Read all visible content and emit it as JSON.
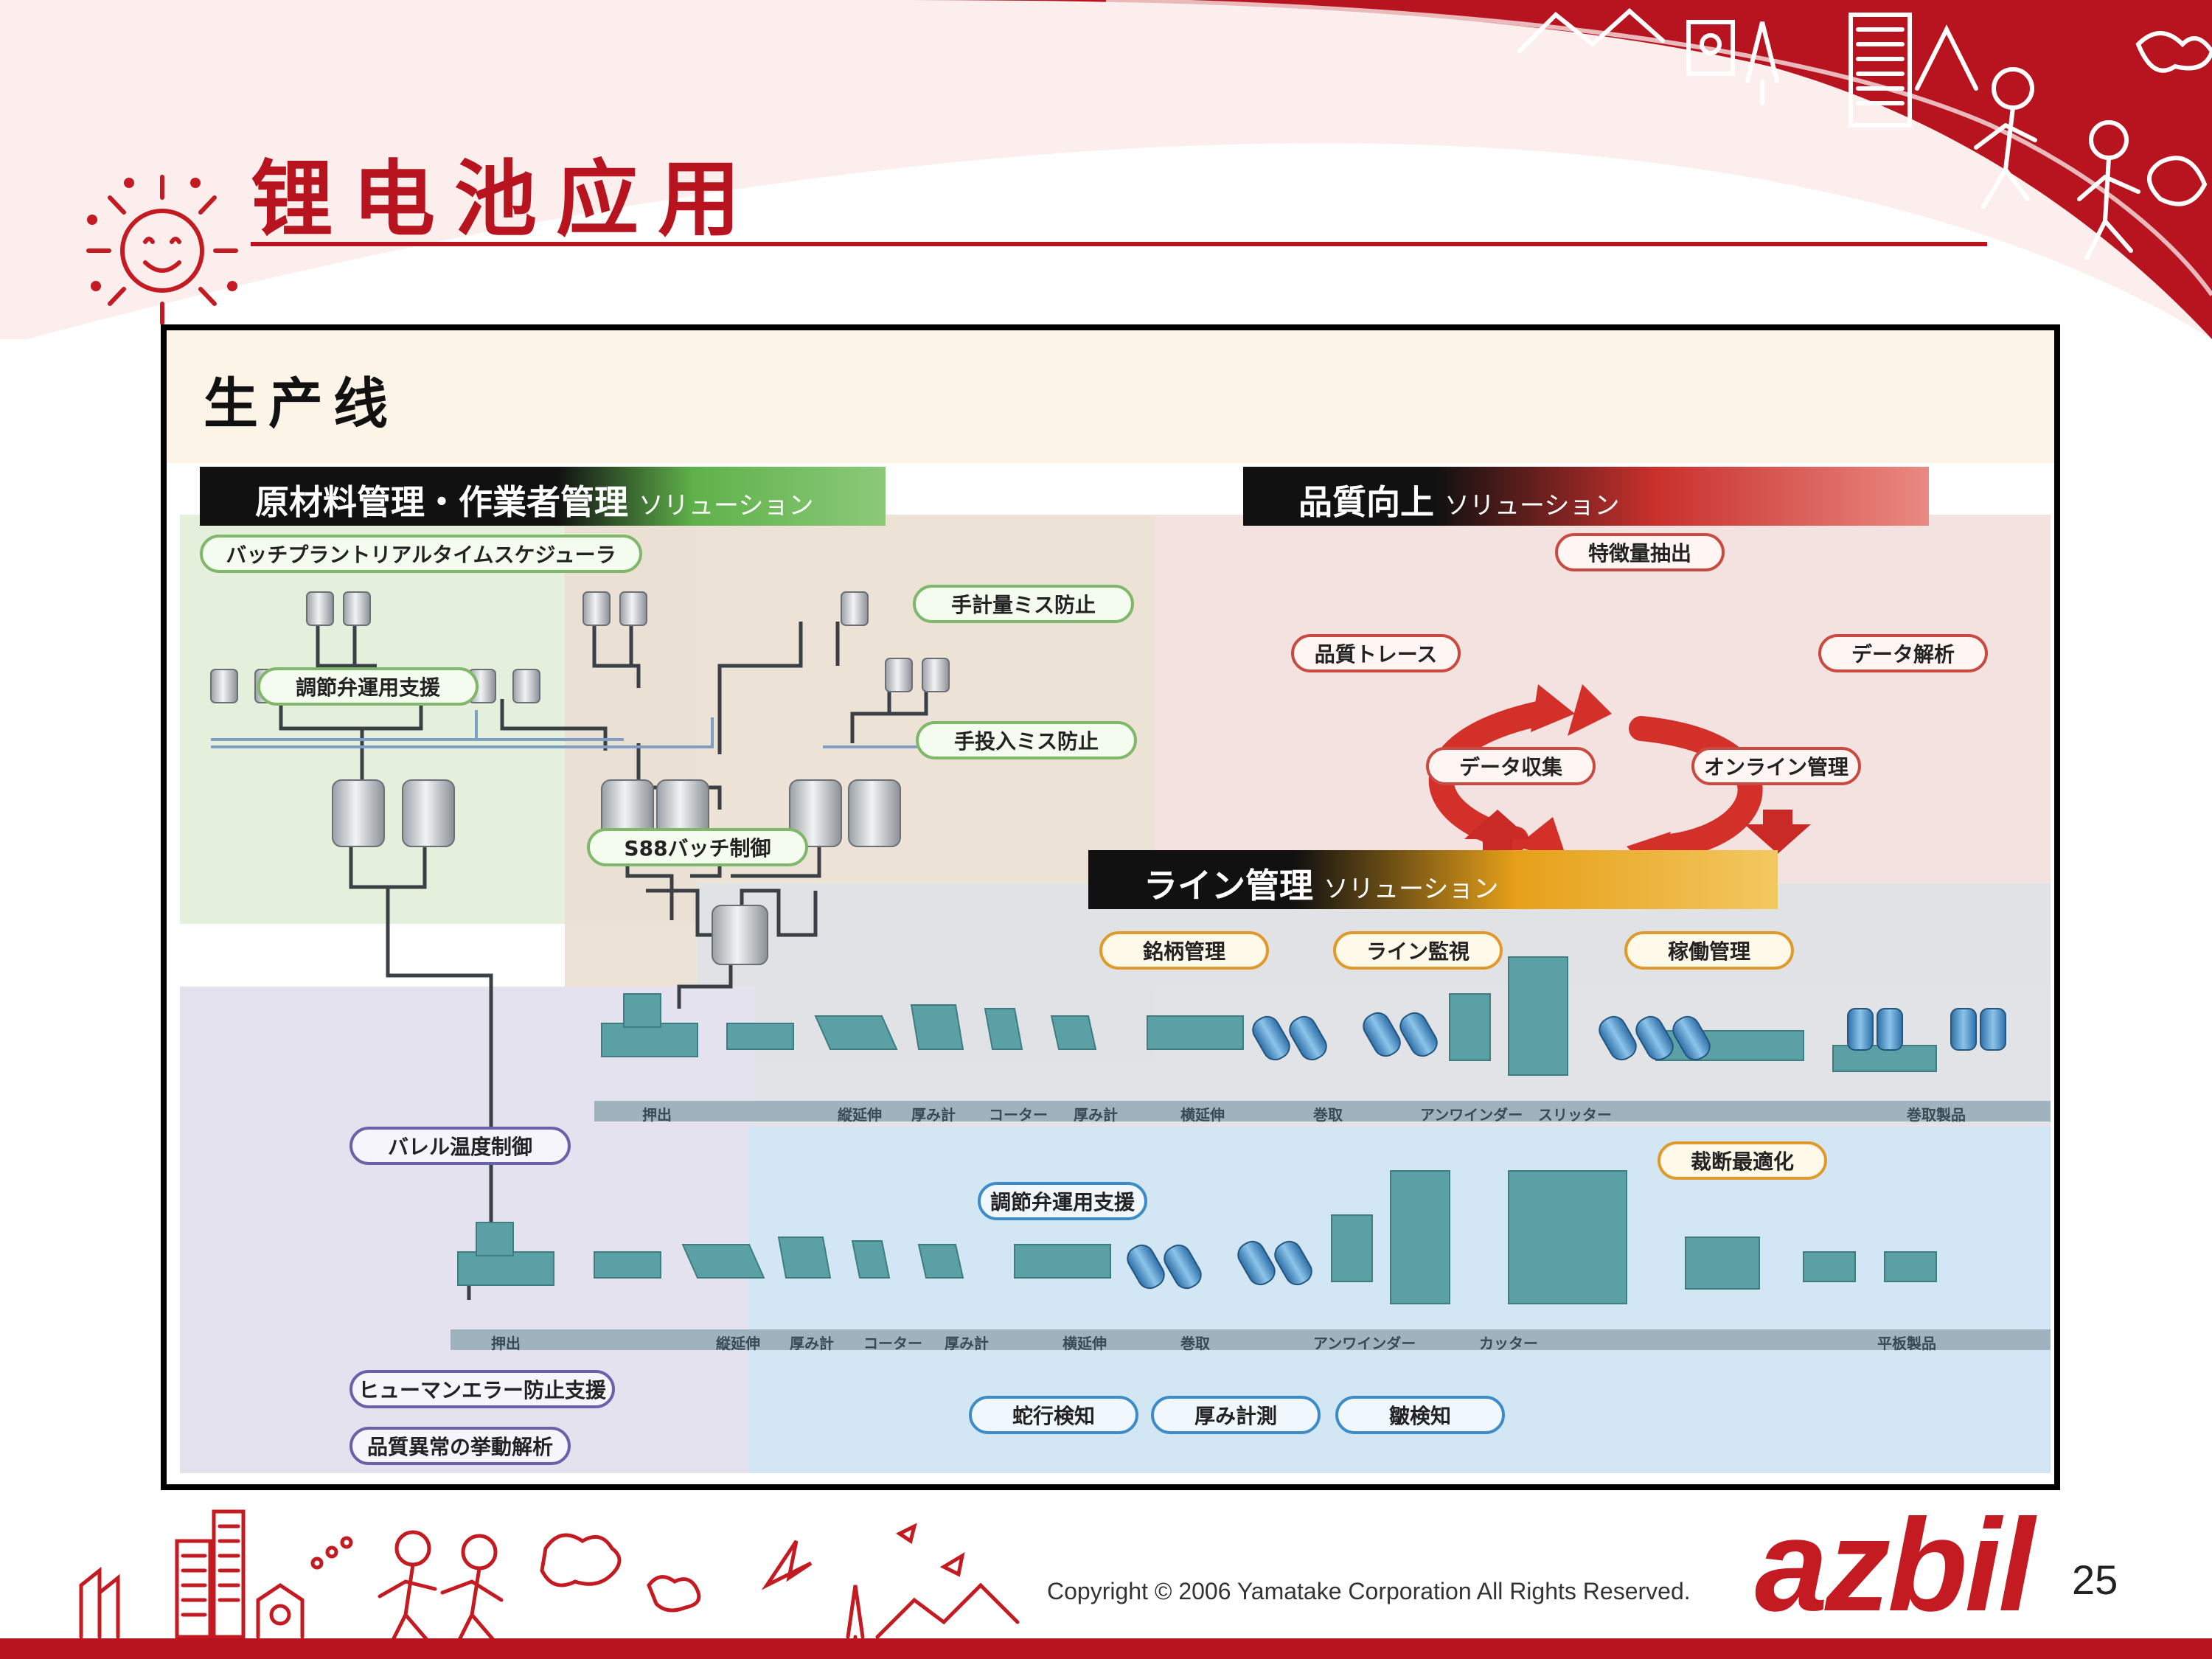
{
  "slide": {
    "title": "锂电池应用",
    "frame_title": "生产线",
    "copyright": "Copyright © 2006 Yamatake Corporation All Rights Reserved.",
    "logo": "azbil",
    "page_number": "25"
  },
  "banners": {
    "materials": {
      "main": "原材料管理・作業者管理",
      "sub": "ソリューション"
    },
    "quality": {
      "main": "品質向上",
      "sub": "ソリューション"
    },
    "line": {
      "main": "ライン管理",
      "sub": "ソリューション"
    }
  },
  "labels": {
    "batch_scheduler": "バッチプラントリアルタイムスケジューラ",
    "valve_support_top": "調節弁運用支援",
    "manual_weigh": "手計量ミス防止",
    "manual_input": "手投入ミス防止",
    "s88": "S88バッチ制御",
    "feature_extract": "特徴量抽出",
    "quality_trace": "品質トレース",
    "data_analysis": "データ解析",
    "data_collection": "データ収集",
    "online_mgmt": "オンライン管理",
    "brand_mgmt": "銘柄管理",
    "line_monitor": "ライン監視",
    "operation_mgmt": "稼働管理",
    "barrel_temp": "バレル温度制御",
    "cut_optimize": "裁断最適化",
    "valve_support_bottom": "調節弁運用支援",
    "human_error": "ヒューマンエラー防止支援",
    "quality_anomaly": "品質異常の挙動解析",
    "meander": "蛇行検知",
    "thickness": "厚み計測",
    "wrinkle": "皺検知"
  },
  "process_top": [
    "押出",
    "縦延伸",
    "厚み計",
    "コーター",
    "厚み計",
    "横延伸",
    "巻取",
    "アンワインダー",
    "スリッター",
    "巻取製品"
  ],
  "process_bottom": [
    "押出",
    "縦延伸",
    "厚み計",
    "コーター",
    "厚み計",
    "横延伸",
    "巻取",
    "アンワインダー",
    "カッター",
    "平板製品"
  ],
  "colors": {
    "brand_red": "#b8141f",
    "green_zone": "#e4efdc",
    "tan_zone": "#eadfd2",
    "pink_zone": "#f4e2e0",
    "gray_zone": "#dfe2e6",
    "purple_zone": "#e4e2ef",
    "blue_zone": "#d2e7f3",
    "machine": "#5aa0a4",
    "banner_green": "#5fb14a",
    "banner_red": "#c9302c",
    "banner_orange": "#e6a019"
  },
  "icons": [
    "sun-icon",
    "town-doodle-icon",
    "children-doodle-icon",
    "cloud-icon",
    "bird-icon",
    "tank-icon",
    "roller-icon",
    "machine-icon",
    "arrow-up-icon",
    "arrow-down-icon",
    "cycle-arrow-icon"
  ]
}
